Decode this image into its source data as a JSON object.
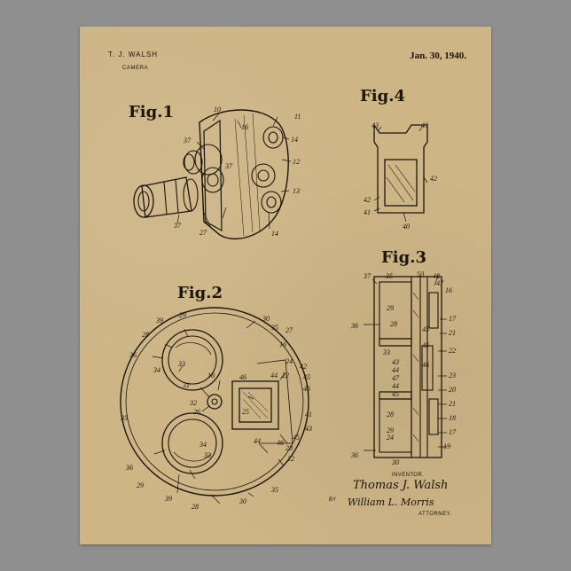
{
  "header": {
    "inventor_name": "T. J. WALSH",
    "subject": "CAMERA",
    "date": "Jan. 30, 1940."
  },
  "figures": {
    "fig1": "Fig.1",
    "fig2": "Fig.2",
    "fig3": "Fig.3",
    "fig4": "Fig.4"
  },
  "footer": {
    "inventor_label": "INVENTOR.",
    "inventor_signature": "Thomas J. Walsh",
    "by_label": "BY",
    "attorney_signature": "William L. Morris",
    "attorney_label": "ATTORNEY."
  },
  "reference_numerals": {
    "fig1": [
      "10",
      "16",
      "11",
      "14",
      "37",
      "12",
      "37",
      "13",
      "14",
      "37",
      "27"
    ],
    "fig2": [
      "29",
      "30",
      "35",
      "27",
      "39",
      "28",
      "36",
      "16",
      "34",
      "33",
      "24",
      "18",
      "22",
      "42",
      "44",
      "45",
      "31",
      "46",
      "46",
      "32",
      "26",
      "25",
      "41",
      "34",
      "43",
      "35",
      "33",
      "44",
      "46",
      "45",
      "36",
      "28",
      "29",
      "39",
      "28",
      "30",
      "35",
      "22"
    ],
    "fig3": [
      "37",
      "35",
      "50",
      "48",
      "47",
      "16",
      "36",
      "29",
      "28",
      "17",
      "21",
      "45",
      "33",
      "22",
      "43",
      "44",
      "45",
      "47",
      "23",
      "44",
      "46",
      "20",
      "21",
      "45",
      "18",
      "28",
      "17",
      "29",
      "24",
      "19",
      "36",
      "30"
    ],
    "fig4": [
      "43",
      "43",
      "42",
      "42",
      "41",
      "40"
    ]
  },
  "colors": {
    "background": "#8f8f8f",
    "paper": "#cdb586",
    "ink": "#1c150c"
  }
}
